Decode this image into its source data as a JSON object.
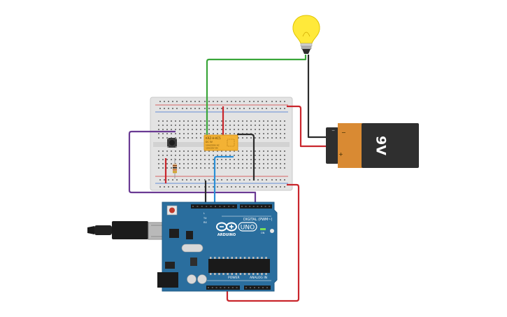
{
  "colors": {
    "wire_green": "#3aa63a",
    "wire_red": "#c9262c",
    "wire_black": "#2b2b2b",
    "wire_purple": "#6a3a93",
    "wire_blue": "#2a8fd6",
    "arduino_board": "#2a6e9e",
    "breadboard": "#e3e3e3",
    "relay_body": "#f3b234",
    "battery_orange": "#d98a33",
    "battery_black": "#2f2f2f",
    "bulb_glass": "#ffe93a"
  },
  "battery": {
    "label": "9V",
    "minus": "−",
    "plus": "+"
  },
  "relay": {
    "line1": "KRZ-H-KC5",
    "line2": "DC 5V",
    "line3": "10A/250V AC",
    "line4": "10A/30V DC"
  },
  "arduino": {
    "brand": "ARDUINO",
    "model": "UNO",
    "digital_label": "DIGITAL (PWM~)",
    "power_label": "POWER",
    "analog_label": "ANALOG IN",
    "tx": "TX",
    "rx": "RX",
    "on": "ON",
    "l": "L"
  },
  "icons": {
    "bulb": "lightbulb-icon",
    "battery": "battery-9v-icon",
    "button": "pushbutton-icon",
    "usb": "usb-cable-icon"
  }
}
